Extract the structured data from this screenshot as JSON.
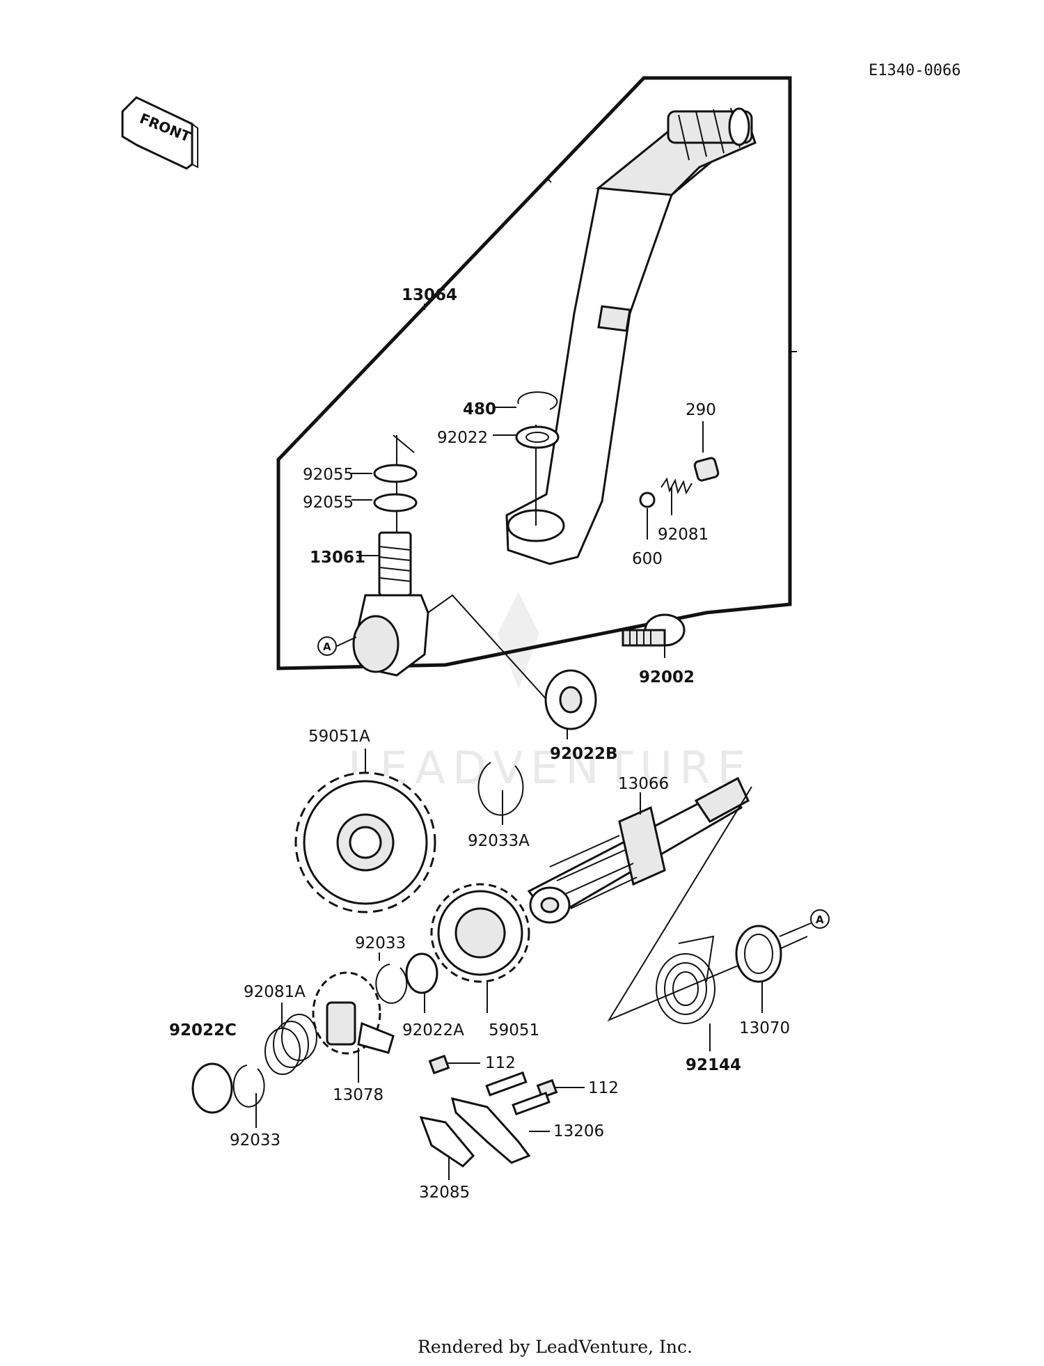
{
  "diagram": {
    "code": "E1340-0066",
    "front_label": "FRONT",
    "watermark": "LEADVENTURE",
    "footer": "Rendered by LeadVenture, Inc.",
    "callout_letter": "A",
    "labels": {
      "p13064": "13064",
      "p480": "480",
      "p92022": "92022",
      "p290": "290",
      "p92055a": "92055",
      "p92055b": "92055",
      "p13061": "13061",
      "p600": "600",
      "p92081": "92081",
      "p92002": "92002",
      "p92022B": "92022B",
      "p59051A": "59051A",
      "p92033A": "92033A",
      "p13066": "13066",
      "p92033a": "92033",
      "p92081A": "92081A",
      "p92022C": "92022C",
      "p92022A": "92022A",
      "p59051": "59051",
      "p13070": "13070",
      "p92144": "92144",
      "p13078": "13078",
      "p112a": "112",
      "p112b": "112",
      "p13206": "13206",
      "p92033b": "92033",
      "p32085": "32085"
    }
  }
}
